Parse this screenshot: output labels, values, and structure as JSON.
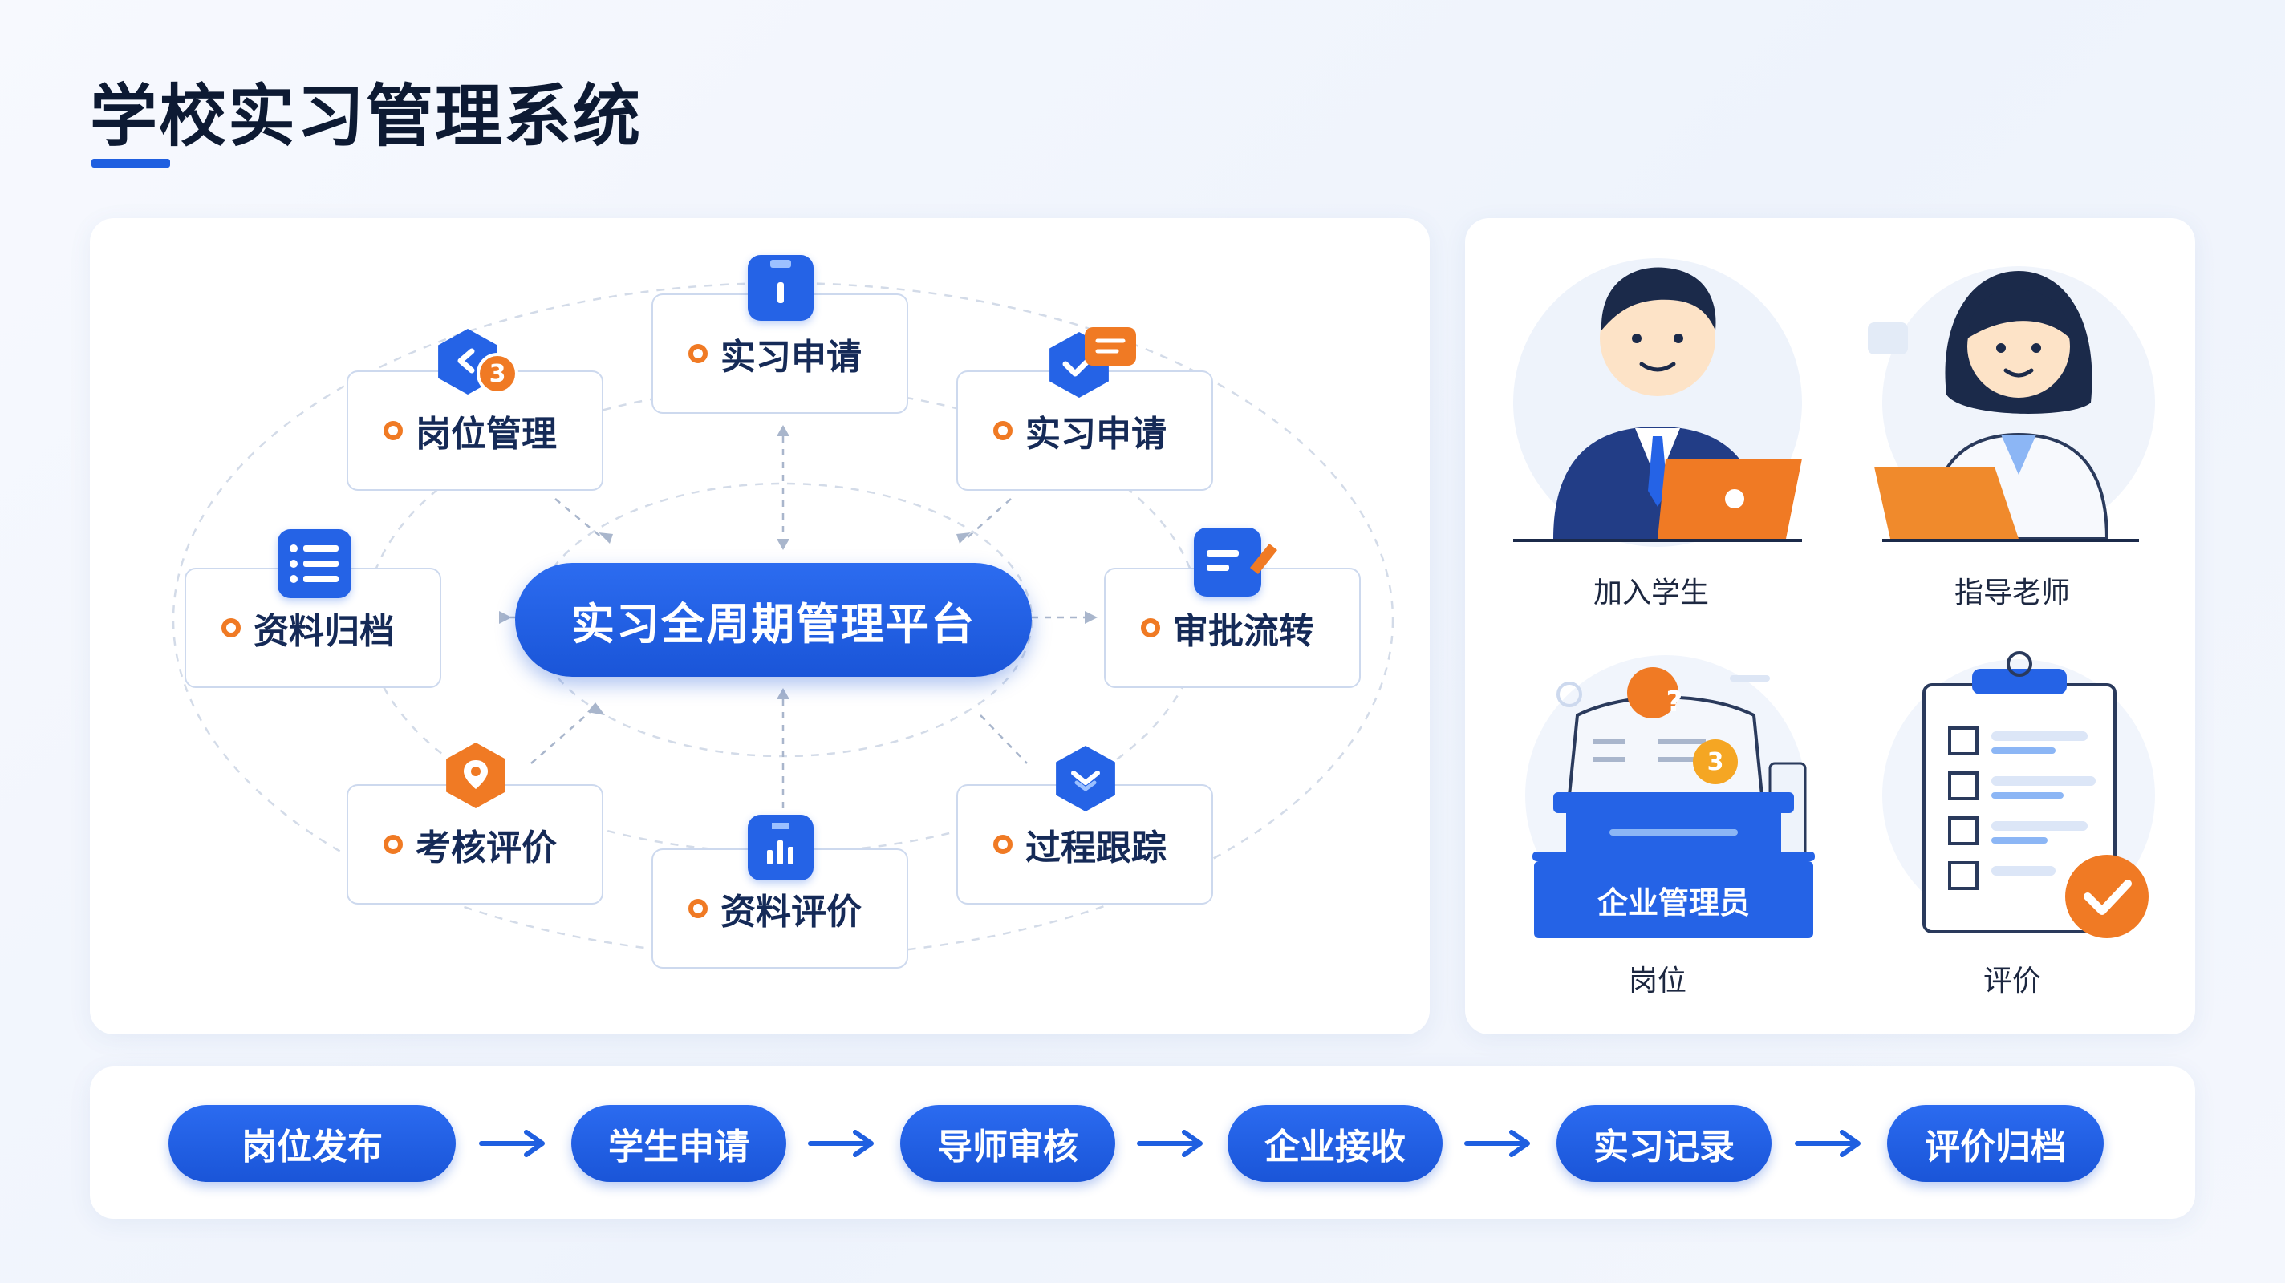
{
  "header": {
    "title": "学校实习管理系统"
  },
  "diagram": {
    "center": "实习全周期管理平台",
    "modules": [
      {
        "id": "top",
        "label": "实习申请",
        "icon": "clipboard-icon"
      },
      {
        "id": "top-left",
        "label": "岗位管理",
        "icon": "shield-back-icon",
        "badge": "3"
      },
      {
        "id": "top-right",
        "label": "实习申请",
        "icon": "check-shield-chat-icon"
      },
      {
        "id": "left",
        "label": "资料归档",
        "icon": "list-icon"
      },
      {
        "id": "right",
        "label": "审批流转",
        "icon": "document-pen-icon"
      },
      {
        "id": "bottom-left",
        "label": "考核评价",
        "icon": "location-pin-icon"
      },
      {
        "id": "bottom",
        "label": "资料评价",
        "icon": "bar-chart-bag-icon"
      },
      {
        "id": "bottom-right",
        "label": "过程跟踪",
        "icon": "chevron-down-shield-icon"
      }
    ]
  },
  "roles": [
    {
      "label": "加入学生",
      "illustration": "man-with-laptop"
    },
    {
      "label": "指导老师",
      "illustration": "woman-with-laptop"
    },
    {
      "label": "岗位",
      "illustration": "enterprise-desk",
      "sign": "企业管理员",
      "badge": "3",
      "question": "?"
    },
    {
      "label": "评价",
      "illustration": "checklist-clipboard"
    }
  ],
  "flow": {
    "steps": [
      "岗位发布",
      "学生申请",
      "导师审核",
      "企业接收",
      "实习记录",
      "评价归档"
    ]
  },
  "colors": {
    "primary": "#1f5fe0",
    "accent": "#f07a24",
    "navy": "#152a57",
    "card_border": "#cdd9ee"
  }
}
